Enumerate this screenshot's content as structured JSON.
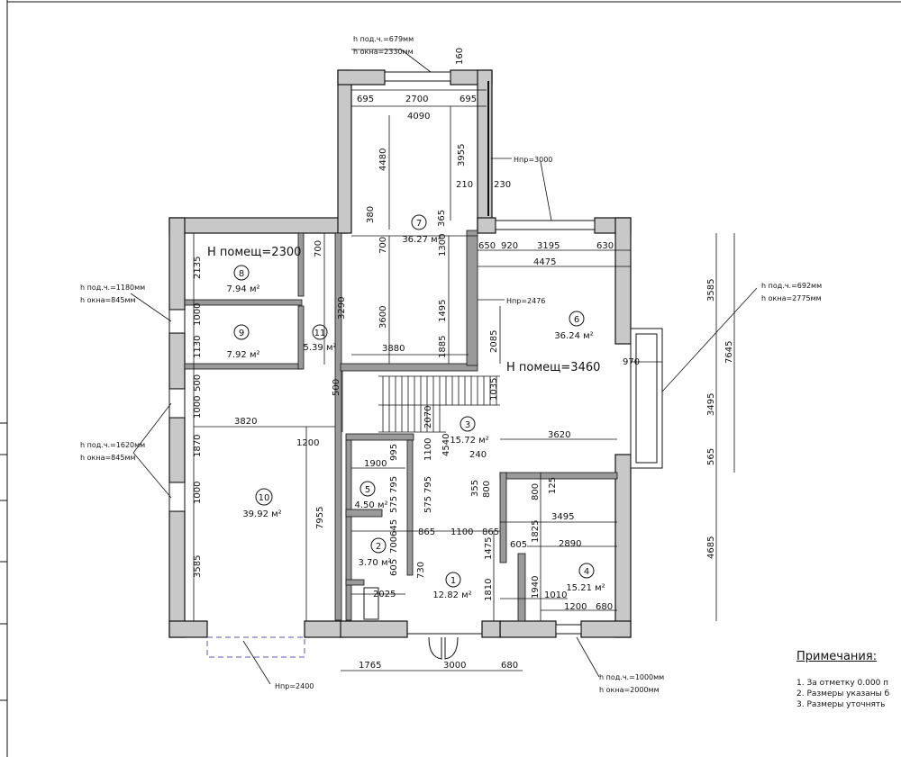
{
  "rooms": [
    {
      "num": "1",
      "area": "12.82 м²"
    },
    {
      "num": "2",
      "area": "3.70 м²"
    },
    {
      "num": "3",
      "area": "15.72 м²"
    },
    {
      "num": "4",
      "area": "15.21 м²"
    },
    {
      "num": "5",
      "area": "4.50 м²"
    },
    {
      "num": "6",
      "area": "36.24 м²"
    },
    {
      "num": "7",
      "area": "36.27 м²"
    },
    {
      "num": "8",
      "area": "7.94 м²"
    },
    {
      "num": "9",
      "area": "7.92 м²"
    },
    {
      "num": "10",
      "area": "39.92 м²"
    },
    {
      "num": "11",
      "area": "5.39 м²"
    }
  ],
  "heights": {
    "left": "H помещ=2300",
    "right": "H помещ=3460"
  },
  "callouts": {
    "top_window": [
      "h под.ч.=679мм",
      "h окна=2330мм"
    ],
    "left_upper": [
      "h под.ч.=1180мм",
      "h окна=845мм"
    ],
    "left_lower": [
      "h под.ч.=1620мм",
      "h окна=845мм"
    ],
    "right": [
      "h под.ч.=692мм",
      "h окна=2775мм"
    ],
    "bottom": [
      "h под.ч.=1000мм",
      "h окна=2000мм"
    ],
    "door_top": "Hпр=3000",
    "door_mid": "Hпр=2476",
    "door_bottom": "Hпр=2400"
  },
  "dims": {
    "d695a": "695",
    "d2700": "2700",
    "d695b": "695",
    "d4090": "4090",
    "d160": "160",
    "d4480": "4480",
    "d3955": "3955",
    "d210": "210",
    "d230": "230",
    "d380": "380",
    "d365": "365",
    "d700a": "700",
    "d700b": "700",
    "d1300": "1300",
    "d650": "650",
    "d920": "920",
    "d3195": "3195",
    "d630": "630",
    "d4475": "4475",
    "d3585a": "3585",
    "d7645": "7645",
    "d2135": "2135",
    "d3290": "3290",
    "d1495": "1495",
    "d3600": "3600",
    "d1000a": "1000",
    "d1130": "1130",
    "d1885": "1885",
    "d2085": "2085",
    "d3880": "3880",
    "d970": "970",
    "d3495a": "3495",
    "d500a": "500",
    "d500b": "500",
    "d1035": "1035",
    "d1000b": "1000",
    "d3820": "3820",
    "d2070": "2070",
    "d1200a": "1200",
    "d4540": "4540",
    "d3620": "3620",
    "d1870": "1870",
    "d995": "995",
    "d1100a": "1100",
    "d240": "240",
    "d565": "565",
    "d1900": "1900",
    "d795a": "795",
    "d795b": "795",
    "d355": "355",
    "d800a": "800",
    "d800b": "800",
    "d125": "125",
    "d1000c": "1000",
    "d575a": "575",
    "d575b": "575",
    "d7955": "7955",
    "d3495b": "3495",
    "d1825": "1825",
    "d645": "645",
    "d865a": "865",
    "d1100b": "1100",
    "d865b": "865",
    "d605a": "605",
    "d2890": "2890",
    "d700c": "700",
    "d1475": "1475",
    "d4685": "4685",
    "d3585b": "3585",
    "d605b": "605",
    "d730": "730",
    "d1810": "1810",
    "d1940": "1940",
    "d1010": "1010",
    "d2025": "2025",
    "d1200b": "1200",
    "d680a": "680",
    "d1765": "1765",
    "d3000": "3000",
    "d680b": "680"
  },
  "notes": {
    "title": "Примечания:",
    "items": [
      "1.  За отметку 0.000 п",
      "2.  Размеры указаны б",
      "3.  Размеры уточнять"
    ]
  }
}
